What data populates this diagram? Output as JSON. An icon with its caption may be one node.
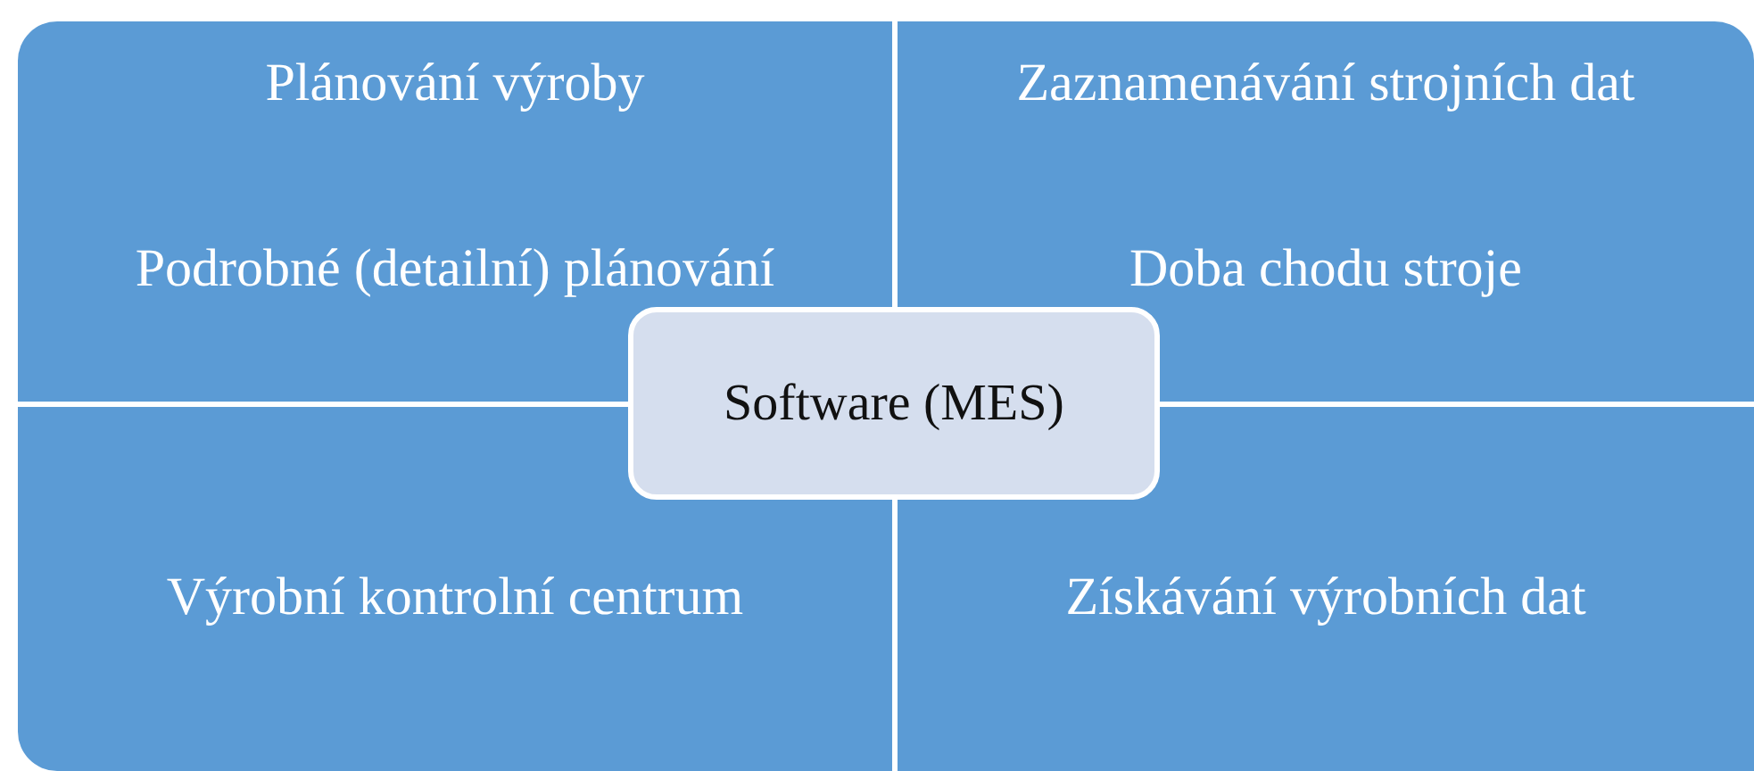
{
  "diagram": {
    "nodes": [
      {
        "text": [
          "Plánování výroby",
          "Podrobné (detailní) plánování"
        ]
      },
      {
        "text": [
          "Zaznamenávání strojních dat",
          "Doba chodu stroje"
        ]
      },
      {
        "text": [
          "Software (MES)"
        ]
      },
      {
        "text": [
          "Výrobní kontrolní centrum"
        ]
      },
      {
        "text": [
          "Získávání výrobních dat"
        ]
      }
    ]
  }
}
